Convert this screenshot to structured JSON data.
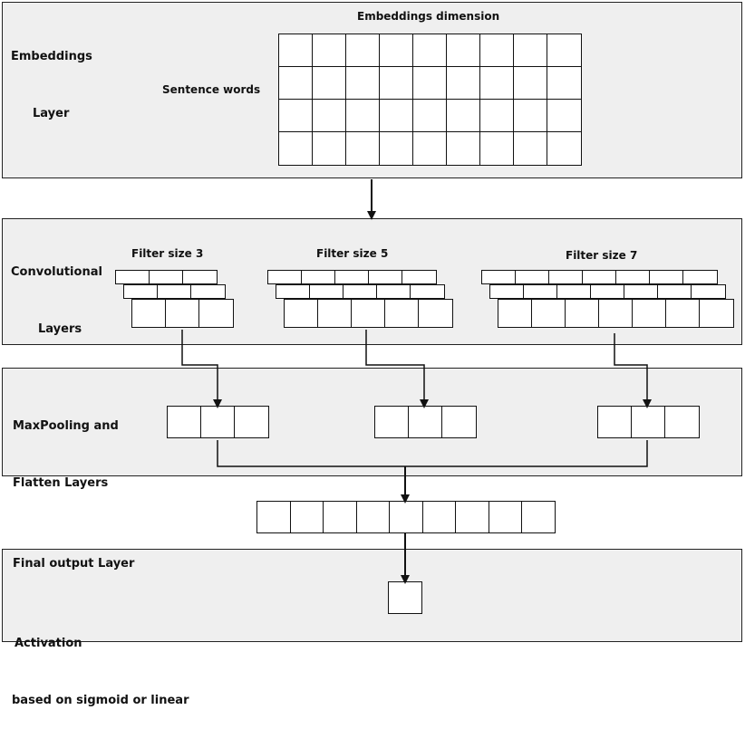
{
  "embeddings": {
    "title_line1": "Embeddings",
    "title_line2": "Layer",
    "dimension_label": "Embeddings dimension",
    "rows_label": "Sentence words",
    "grid_rows": 4,
    "grid_cols": 9
  },
  "convolutional": {
    "title_line1": "Convolutional",
    "title_line2": "Layers",
    "filters": [
      {
        "label": "Filter size 3",
        "size": 3
      },
      {
        "label": "Filter size 5",
        "size": 5
      },
      {
        "label": "Filter size 7",
        "size": 7
      }
    ]
  },
  "maxpooling": {
    "title_line1": "MaxPooling and",
    "title_line2": "Flatten Layers",
    "pooled_cells_per_filter": 3
  },
  "concatenated": {
    "cells": 9
  },
  "output": {
    "title": "Final output Layer",
    "activation_line1": "Activation",
    "activation_line2": "based on sigmoid or linear",
    "cells": 1
  },
  "colors": {
    "panel_fill": "#efefef",
    "border": "#111111",
    "cell_fill": "#ffffff"
  }
}
